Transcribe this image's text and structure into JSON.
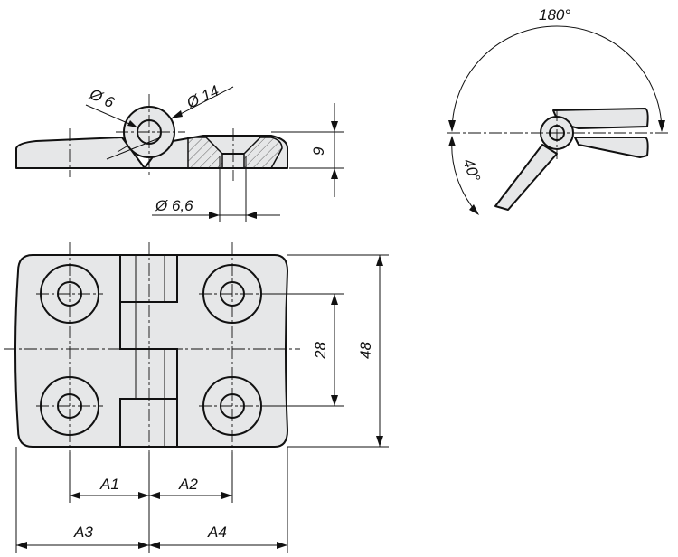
{
  "drawing": {
    "side_view": {
      "dia_pin": "Ø 6",
      "dia_knuckle": "Ø 14",
      "height": "9",
      "dia_hole": "Ø 6,6"
    },
    "rotation_view": {
      "open_angle": "180°",
      "tilt_angle": "40°"
    },
    "top_view": {
      "hole_spacing": "28",
      "width": "48",
      "a1": "A1",
      "a2": "A2",
      "a3": "A3",
      "a4": "A4"
    }
  }
}
